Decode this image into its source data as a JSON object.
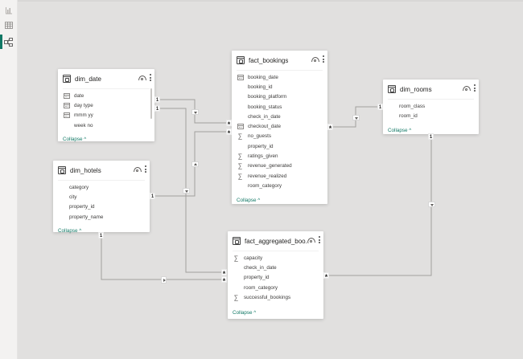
{
  "sidebar": {
    "items": [
      {
        "name": "report-view",
        "icon": "bar-chart-icon",
        "active": false
      },
      {
        "name": "table-view",
        "icon": "table-grid-icon",
        "active": false
      },
      {
        "name": "model-view",
        "icon": "model-diagram-icon",
        "active": true
      }
    ]
  },
  "colors": {
    "canvas": "#e1e0df",
    "sidebar": "#f3f2f1",
    "accent": "#117865",
    "line": "#a19f9d",
    "card": "#ffffff"
  },
  "tables": {
    "dim_date": {
      "title": "dim_date",
      "fields": [
        {
          "name": "date",
          "icon": "calendar"
        },
        {
          "name": "day type",
          "icon": "calc-column"
        },
        {
          "name": "mmm yy",
          "icon": "calendar"
        },
        {
          "name": "week no",
          "icon": "none"
        }
      ],
      "collapse": "Collapse ^"
    },
    "fact_bookings": {
      "title": "fact_bookings",
      "fields": [
        {
          "name": "booking_date",
          "icon": "calendar"
        },
        {
          "name": "booking_id",
          "icon": "none"
        },
        {
          "name": "booking_platform",
          "icon": "none"
        },
        {
          "name": "booking_status",
          "icon": "none"
        },
        {
          "name": "check_in_date",
          "icon": "none"
        },
        {
          "name": "checkout_date",
          "icon": "calendar"
        },
        {
          "name": "no_guests",
          "icon": "sigma"
        },
        {
          "name": "property_id",
          "icon": "none"
        },
        {
          "name": "ratings_given",
          "icon": "sigma"
        },
        {
          "name": "revenue_generated",
          "icon": "sigma"
        },
        {
          "name": "revenue_realized",
          "icon": "sigma"
        },
        {
          "name": "room_category",
          "icon": "none"
        }
      ],
      "collapse": "Collapse ^"
    },
    "dim_rooms": {
      "title": "dim_rooms",
      "fields": [
        {
          "name": "room_class",
          "icon": "none"
        },
        {
          "name": "room_id",
          "icon": "none"
        }
      ],
      "collapse": "Collapse ^"
    },
    "dim_hotels": {
      "title": "dim_hotels",
      "fields": [
        {
          "name": "category",
          "icon": "none"
        },
        {
          "name": "city",
          "icon": "none"
        },
        {
          "name": "property_id",
          "icon": "none"
        },
        {
          "name": "property_name",
          "icon": "none"
        }
      ],
      "collapse": "Collapse ^"
    },
    "fact_aggregated_bookings": {
      "title": "fact_aggregated_boo...",
      "fields": [
        {
          "name": "capacity",
          "icon": "sigma"
        },
        {
          "name": "check_in_date",
          "icon": "none"
        },
        {
          "name": "property_id",
          "icon": "none"
        },
        {
          "name": "room_category",
          "icon": "none"
        },
        {
          "name": "successful_bookings",
          "icon": "sigma"
        }
      ],
      "collapse": "Collapse ^"
    }
  },
  "relationships": [
    {
      "from": "dim_date",
      "to": "fact_bookings",
      "from_card": "1",
      "to_card": "*",
      "direction": "down"
    },
    {
      "from": "dim_date",
      "to": "fact_aggregated_bookings",
      "from_card": "1",
      "to_card": "*",
      "direction": "down"
    },
    {
      "from": "dim_hotels",
      "to": "fact_bookings",
      "from_card": "1",
      "to_card": "*",
      "direction": "up"
    },
    {
      "from": "dim_hotels",
      "to": "fact_aggregated_bookings",
      "from_card": "1",
      "to_card": "*",
      "direction": "right"
    },
    {
      "from": "dim_rooms",
      "to": "fact_bookings",
      "from_card": "1",
      "to_card": "*",
      "direction": "down"
    },
    {
      "from": "dim_rooms",
      "to": "fact_aggregated_bookings",
      "from_card": "1",
      "to_card": "*",
      "direction": "down"
    }
  ],
  "markers": {
    "one": "1",
    "many": "*"
  }
}
